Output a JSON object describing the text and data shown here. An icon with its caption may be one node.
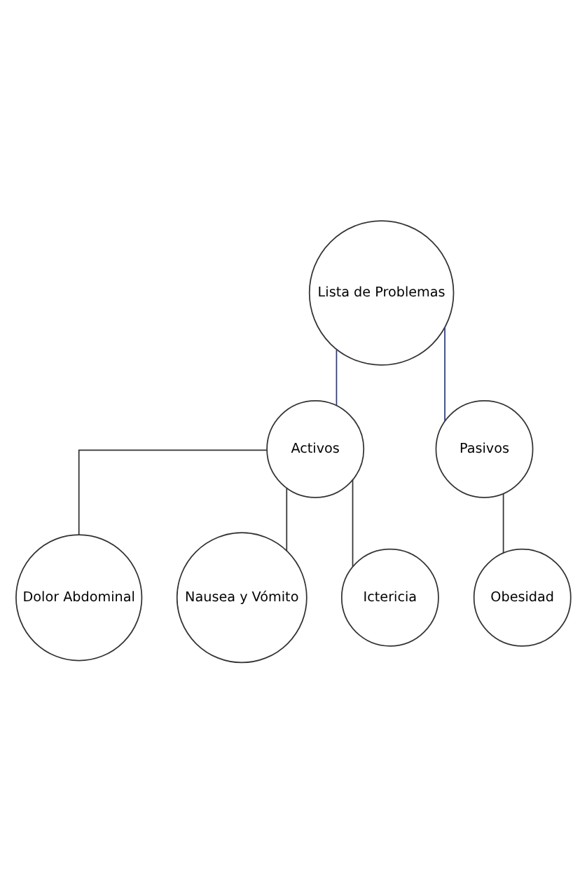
{
  "diagram": {
    "nodes": [
      {
        "text": [
          "Lista de Problemas"
        ]
      },
      {
        "text": [
          "Activos"
        ]
      },
      {
        "text": [
          "Pasivos"
        ]
      },
      {
        "text": [
          "Dolor Abdominal"
        ]
      },
      {
        "text": [
          "Obesidad"
        ]
      },
      {
        "text": [
          "Nausea y Vómito"
        ]
      },
      {
        "text": [
          "Ictericia"
        ]
      }
    ],
    "edges": [
      {
        "from": 0,
        "to": 1,
        "arrow": "none",
        "color": "#2b3a8f"
      },
      {
        "from": 0,
        "to": 2,
        "arrow": "none",
        "color": "#2b3a8f"
      },
      {
        "from": 1,
        "to": 3,
        "arrow": "none"
      },
      {
        "from": 1,
        "to": 5,
        "arrow": "none"
      },
      {
        "from": 1,
        "to": 6,
        "arrow": "none"
      },
      {
        "from": 2,
        "to": 4,
        "arrow": "none"
      }
    ]
  }
}
